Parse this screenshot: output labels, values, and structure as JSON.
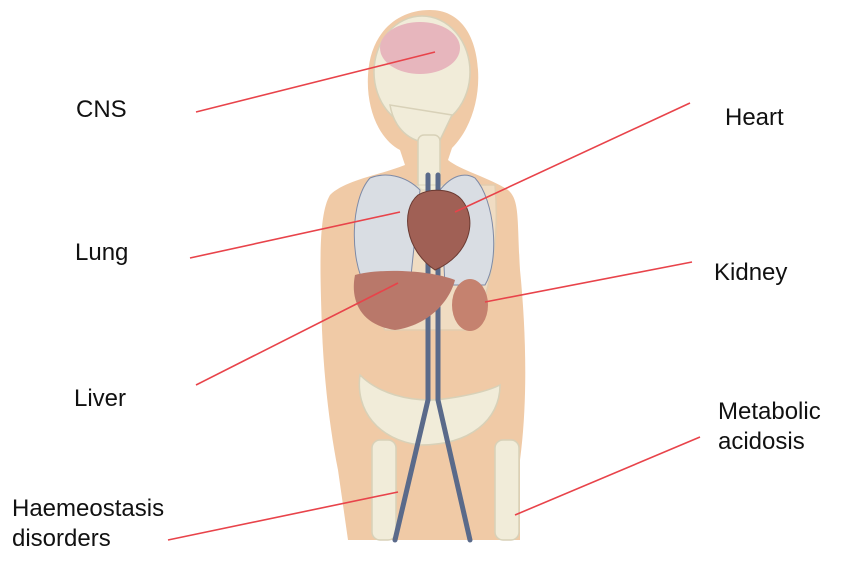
{
  "labels": {
    "cns": "CNS",
    "lung": "Lung",
    "liver": "Liver",
    "haemeostasis_line1": "Haemeostasis",
    "haemeostasis_line2": "disorders",
    "heart": "Heart",
    "kidney": "Kidney",
    "metabolic_line1": "Metabolic",
    "metabolic_line2": "acidosis"
  },
  "colors": {
    "pointer": "#e8434a",
    "skin": "#f0caa6",
    "bone": "#f1ecd9",
    "brain": "#e7b6bd",
    "lung": "#d9dde3",
    "heart": "#a06055",
    "liver": "#b9786a",
    "vessel": "#5a6a8a"
  }
}
